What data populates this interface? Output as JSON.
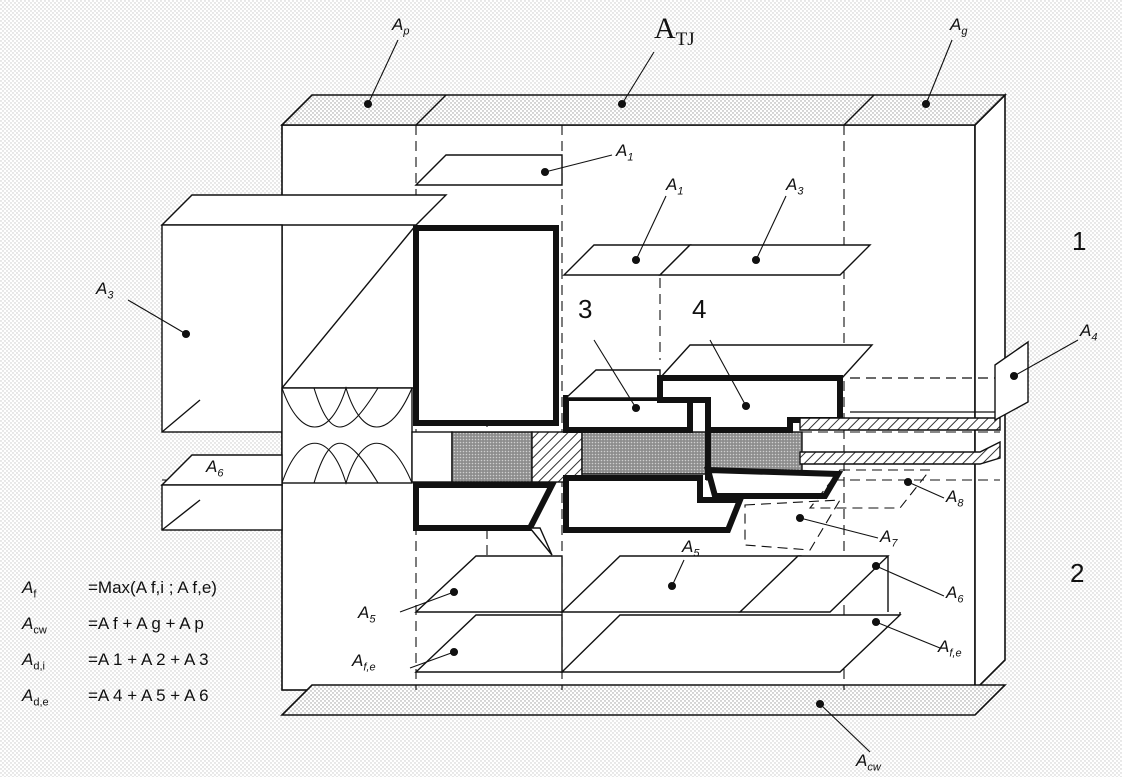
{
  "title": {
    "main": "A",
    "sub": "TJ"
  },
  "callouts": [
    {
      "id": "ap",
      "main": "A",
      "sub": "p"
    },
    {
      "id": "ag",
      "main": "A",
      "sub": "g"
    },
    {
      "id": "a1-top",
      "main": "A",
      "sub": "1"
    },
    {
      "id": "a1-mid",
      "main": "A",
      "sub": "1"
    },
    {
      "id": "a3-right",
      "main": "A",
      "sub": "3"
    },
    {
      "id": "a3-left",
      "main": "A",
      "sub": "3"
    },
    {
      "id": "a4",
      "main": "A",
      "sub": "4"
    },
    {
      "id": "a6-left",
      "main": "A",
      "sub": "6"
    },
    {
      "id": "a8",
      "main": "A",
      "sub": "8"
    },
    {
      "id": "a7",
      "main": "A",
      "sub": "7"
    },
    {
      "id": "a5-mid",
      "main": "A",
      "sub": "5"
    },
    {
      "id": "a6-right",
      "main": "A",
      "sub": "6"
    },
    {
      "id": "a5-left",
      "main": "A",
      "sub": "5"
    },
    {
      "id": "afe-left",
      "main": "A",
      "sub": "f,e"
    },
    {
      "id": "afe-right",
      "main": "A",
      "sub": "f,e"
    },
    {
      "id": "acw",
      "main": "A",
      "sub": "cw"
    }
  ],
  "zone_labels": {
    "inside": "1",
    "outside": "2"
  },
  "part_labels": {
    "part3": "3",
    "part4": "4"
  },
  "formulas": [
    {
      "lhs_main": "A",
      "lhs_sub": "f",
      "rhs": "=Max(A f,i ; A f,e)"
    },
    {
      "lhs_main": "A",
      "lhs_sub": "cw",
      "rhs": "=A f + A g + A p"
    },
    {
      "lhs_main": "A",
      "lhs_sub": "d,i",
      "rhs": "=A 1 + A 2 + A 3"
    },
    {
      "lhs_main": "A",
      "lhs_sub": "d,e",
      "rhs": "=A 4 + A 5 + A 6"
    }
  ],
  "colors": {
    "line": "#111111",
    "dot_fill": "#bdbdbd",
    "hatch": "#555555"
  }
}
